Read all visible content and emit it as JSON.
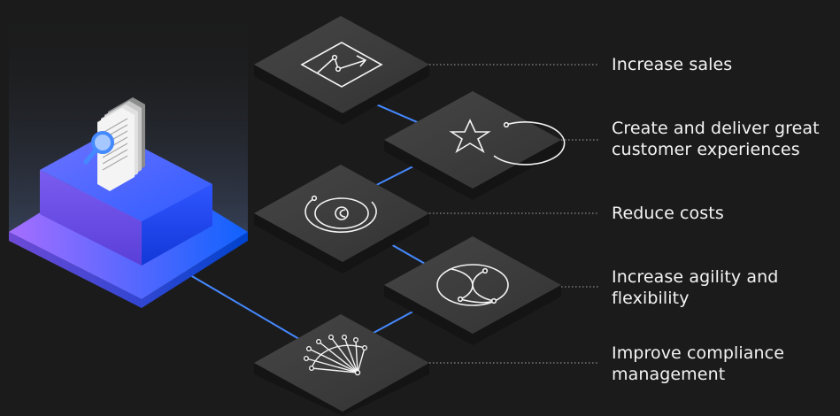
{
  "benefits": [
    {
      "id": "sales",
      "text": "Increase sales",
      "icon": "trend-chart-icon"
    },
    {
      "id": "experience",
      "text": "Create and deliver great customer experiences",
      "icon": "star-orbit-icon"
    },
    {
      "id": "costs",
      "text": "Reduce costs",
      "icon": "coin-orbit-icon"
    },
    {
      "id": "agility",
      "text": "Increase agility and flexibility",
      "icon": "crescent-flow-icon"
    },
    {
      "id": "compliance",
      "text": "Improve compliance management",
      "icon": "network-fan-icon"
    }
  ],
  "center_icon": "document-search-icon",
  "colors": {
    "background": "#1b1b1b",
    "tile_top": "#3e3e3e",
    "connector": "#4589ff",
    "accent_blue": "#0f62fe",
    "accent_purple": "#8a3ffc",
    "text": "#f4f4f4",
    "dots": "#8d8d8d"
  }
}
